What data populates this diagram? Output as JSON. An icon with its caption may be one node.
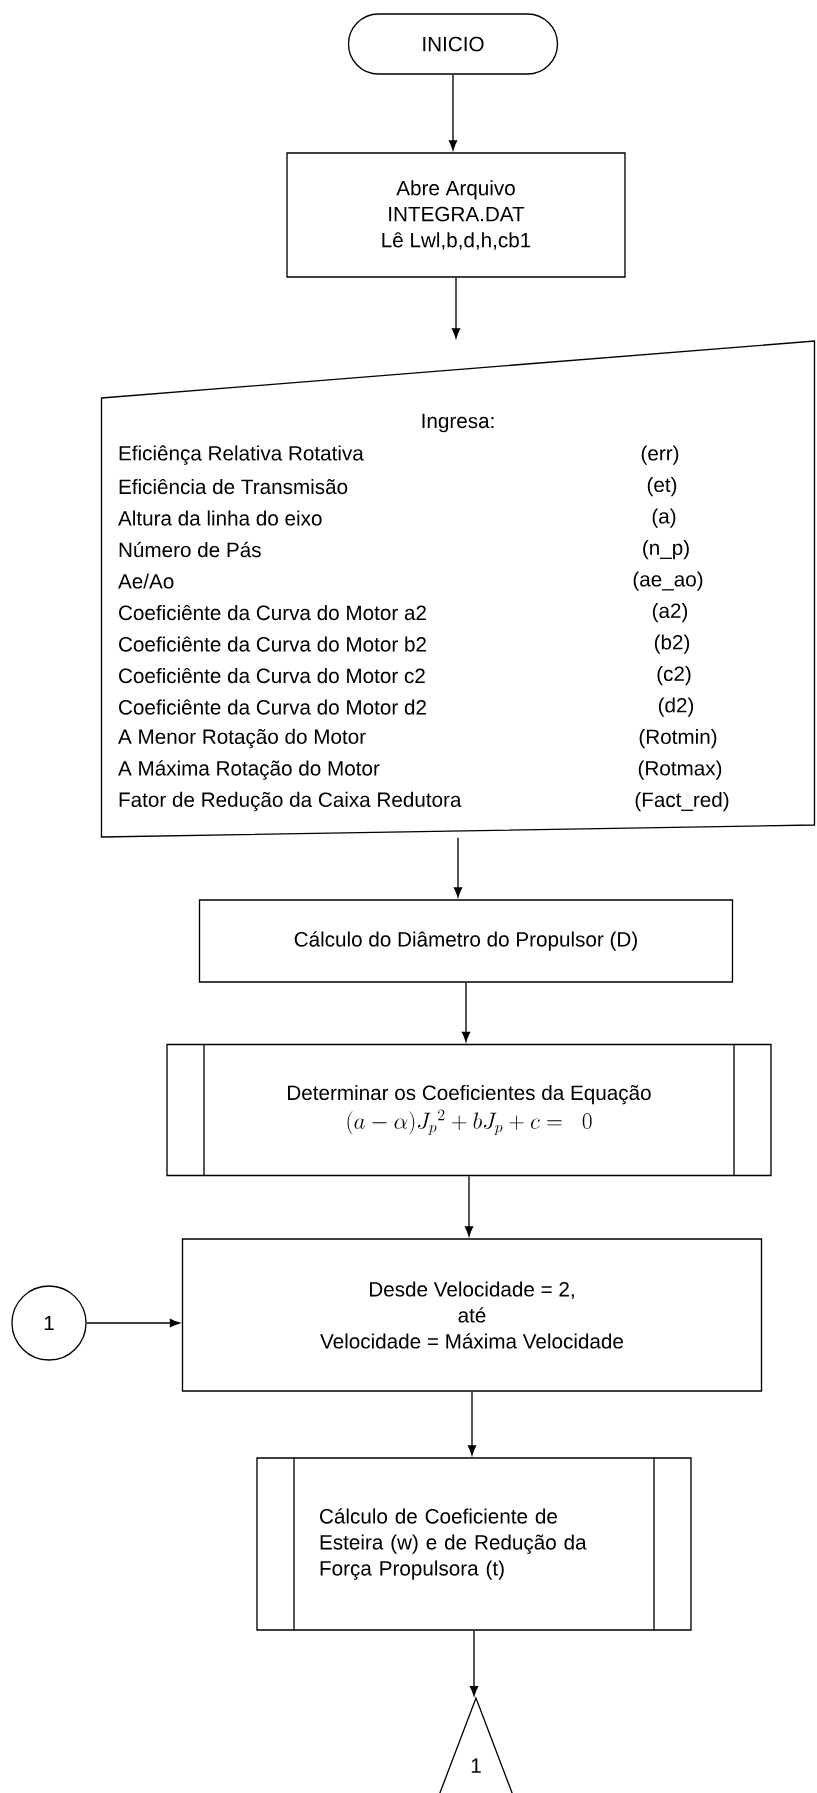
{
  "diagram": {
    "nodes": [
      {
        "text": [
          "INICIO"
        ]
      },
      {
        "text": [
          "Abre Arquivo",
          "INTEGRA.DAT",
          "Lê Lwl,b,d,h,cb1"
        ]
      },
      {
        "text": [
          "Ingresa:",
          "Eficiênça Relativa Rotativa",
          "(err)",
          "Eficiência de Transmisão",
          "(et)",
          "Altura da linha do eixo",
          "(a)",
          "Número de Pás",
          "(n_p)",
          "Ae/Ao",
          "(ae_ao)",
          "Coeficiênte da Curva do Motor a2",
          "(a2)",
          "Coeficiênte da Curva do Motor b2",
          "(b2)",
          "Coeficiênte da Curva do Motor c2",
          "(c2)",
          "Coeficiênte da Curva do Motor d2",
          "(d2)",
          "A Menor Rotação do Motor",
          "(Rotmin)",
          "A Máxima Rotação do Motor",
          "(Rotmax)",
          "Fator de Redução da Caixa Redutora",
          "(Fact_red)"
        ]
      },
      {
        "text": [
          "Cálculo do Diâmetro do Propulsor (D)"
        ]
      },
      {
        "text": [
          "Determinar os Coeficientes da Equação",
          "(a-\\alpha)J_p{}^2+bJ_p+c=\\;\\;0"
        ]
      },
      {
        "text": [
          "Desde Velocidade = 2,",
          "até",
          "Velocidade = Máxima Velocidade"
        ]
      },
      {
        "text": [
          "1"
        ]
      },
      {
        "text": [
          "Cálculo de Coeficiente de Esteira (w) e de Redução da Força Propulsora (t)"
        ]
      },
      {
        "text": [
          "1"
        ]
      }
    ],
    "edges": [
      {
        "from": 0,
        "to": 1,
        "arrow": "to"
      },
      {
        "from": 1,
        "to": 2,
        "arrow": "to"
      },
      {
        "from": 2,
        "to": 3,
        "arrow": "to"
      },
      {
        "from": 3,
        "to": 4,
        "arrow": "to"
      },
      {
        "from": 4,
        "to": 5,
        "arrow": "to"
      },
      {
        "from": 6,
        "to": 5,
        "arrow": "to"
      },
      {
        "from": 5,
        "to": 7,
        "arrow": "to"
      },
      {
        "from": 7,
        "to": 8,
        "arrow": "to"
      }
    ]
  }
}
